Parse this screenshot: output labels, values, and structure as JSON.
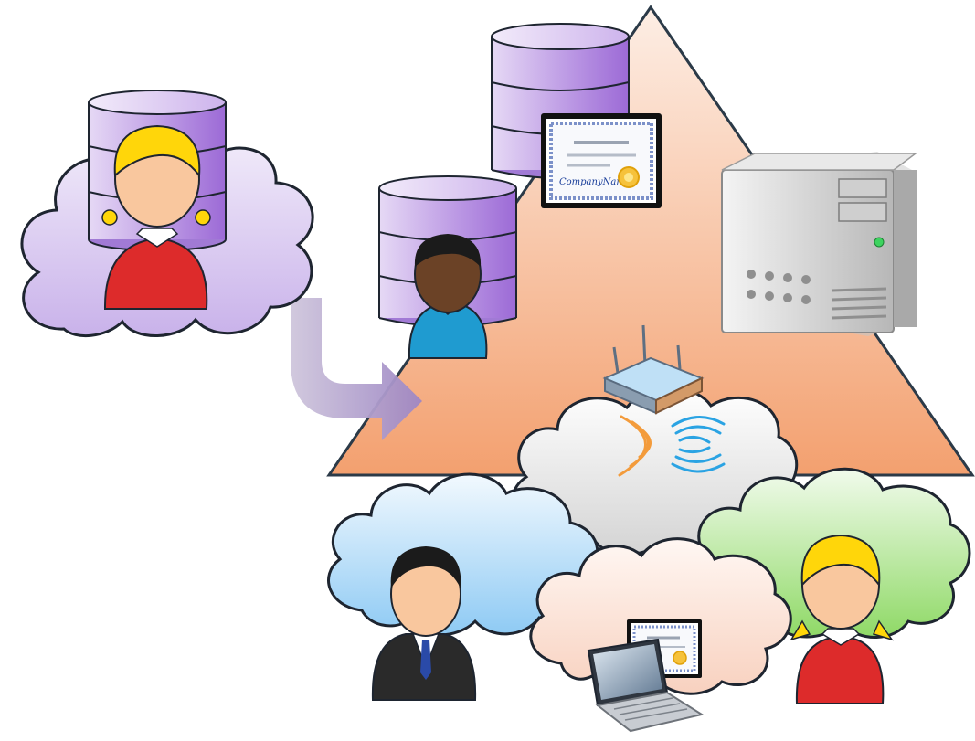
{
  "diagram": {
    "description_none": "",
    "certificate_signature": "CompanyName",
    "elements": {
      "pyramid": "triangle",
      "arrow": "curved-arrow",
      "icons": [
        "database-icon",
        "person-icon",
        "cloud-icon",
        "certificate-icon",
        "server-icon",
        "wireless-router-icon",
        "laptop-icon"
      ]
    },
    "colors": {
      "pyramid_top": "#fbe3d6",
      "pyramid_bottom": "#f4a276",
      "db_purple": "#a779d8",
      "cloud_purple": "#d5c2ef",
      "cloud_blue": "#9ed0f6",
      "cloud_green": "#9fde7a",
      "cloud_peach": "#fbdccf",
      "cloud_grey": "#e3e3e3",
      "arrow": "#a995c6",
      "girl_shirt": "#dd2b2b",
      "girl_hair": "#ffd60a",
      "boy_shirt": "#1f9bd0",
      "suit": "#2a2a2a"
    }
  }
}
